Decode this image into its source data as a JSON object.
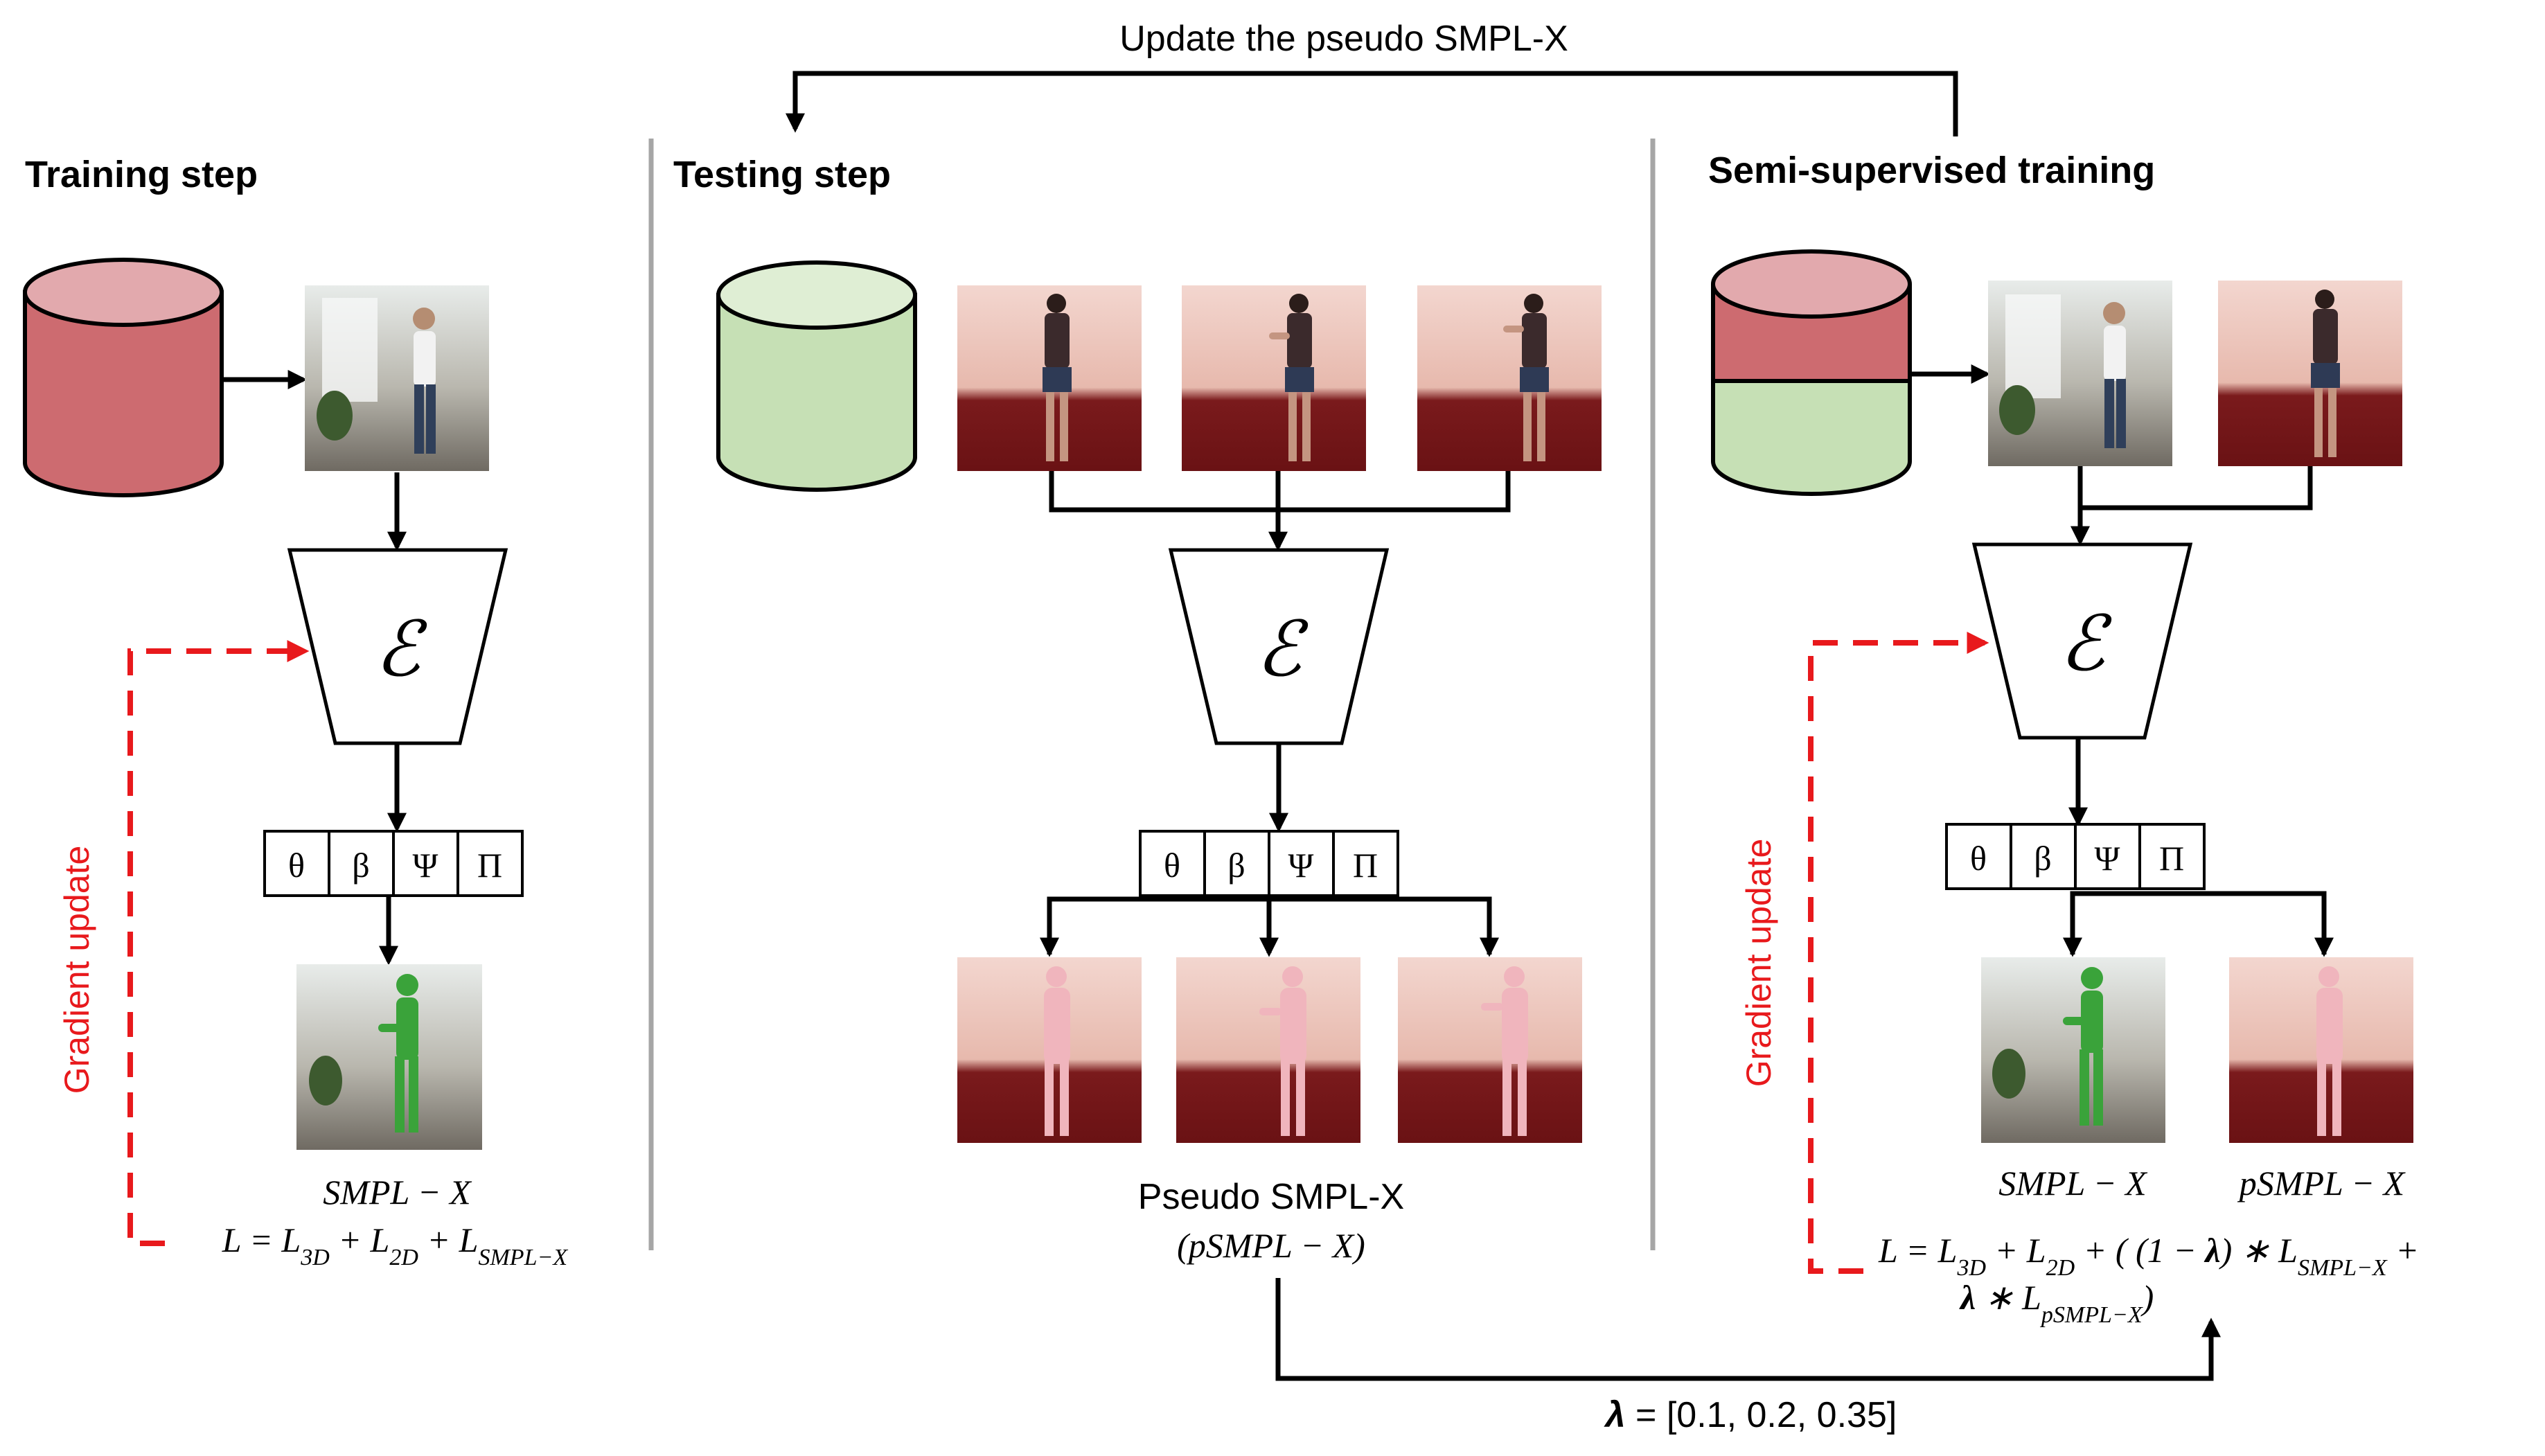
{
  "top_label": "Update the pseudo SMPL-X",
  "panels": {
    "training": {
      "title": "Training step",
      "encoder_symbol": "ℰ",
      "params": [
        "θ",
        "β",
        "Ψ",
        "Π"
      ],
      "gradient_label": "Gradient update",
      "output_label": "SMPL − X",
      "loss": {
        "prefix": "L = L",
        "s1": "3D",
        "p2": " + L",
        "s2": "2D",
        "p3": " + L",
        "s3": "SMPL−X"
      }
    },
    "testing": {
      "title": "Testing step",
      "encoder_symbol": "ℰ",
      "params": [
        "θ",
        "β",
        "Ψ",
        "Π"
      ],
      "output_label": "Pseudo SMPL-X",
      "output_sub": "(pSMPL − X)"
    },
    "semi": {
      "title": "Semi-supervised training",
      "encoder_symbol": "ℰ",
      "params": [
        "θ",
        "β",
        "Ψ",
        "Π"
      ],
      "gradient_label": "Gradient update",
      "output_label_1": "SMPL − X",
      "output_label_2": "pSMPL − X",
      "loss_line1": {
        "a": "L = L",
        "s1": "3D",
        "b": " + L",
        "s2": "2D",
        "c": " + ( (1 − ",
        "lam": "λ",
        "d": ") ∗ L",
        "s3": "SMPL−X",
        "e": " +"
      },
      "loss_line2": {
        "lam": "λ",
        "a": " ∗ L",
        "s1": "pSMPL−X",
        "b": ")"
      }
    }
  },
  "lambda_label": {
    "symbol": "λ",
    "text": " = [0.1, 0.2, 0.35]"
  },
  "colors": {
    "labeled_db": "#cd6b70",
    "labeled_db_top": "#e2a9ad",
    "unlabeled_db": "#c6e0b5",
    "unlabeled_db_top": "#dfeed4",
    "gradient": "#e8191c",
    "mesh_gt": "#3aa33a",
    "mesh_pseudo": "#f0b5bd",
    "divider": "#a6a6a6"
  }
}
